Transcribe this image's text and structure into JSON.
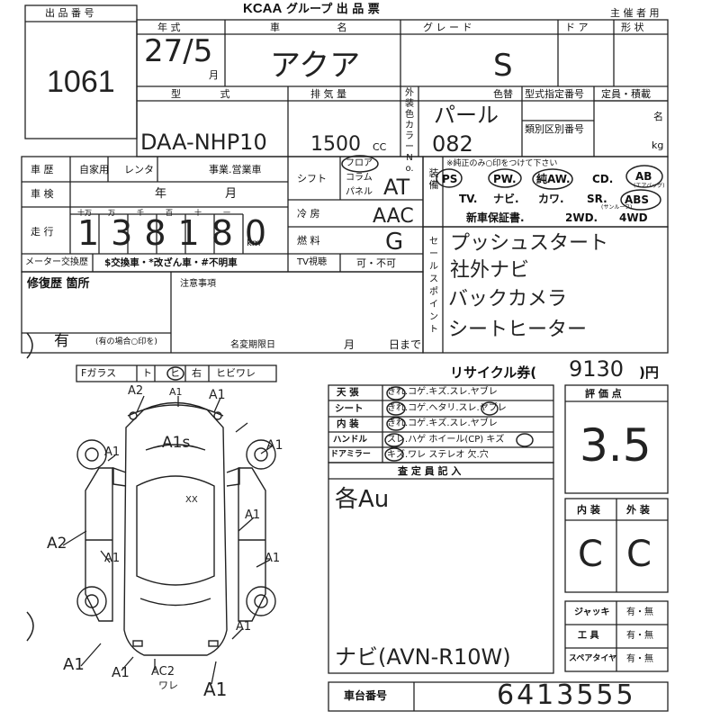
{
  "header": {
    "lot_no_label": "出 品 番 号",
    "lot_no": "1061",
    "brand": "KCAA",
    "title": "グループ 出 品 票",
    "organizer": "主 催 者 用"
  },
  "row1": {
    "year_label": "年 式",
    "car_name_label": "車 名",
    "grade_label": "グ レ ー ド",
    "door_label": "ド ア",
    "shape_label": "形 状",
    "year_value": "27/5",
    "month_suffix": "月",
    "car_name": "アクア",
    "grade": "S"
  },
  "row2": {
    "model_label": "型 式",
    "displacement_label": "排 気 量",
    "exterior_color_label": "外装色カラーNo.",
    "color_change_label": "色替",
    "type_designation_label": "型式指定番号",
    "category_label": "類別区別番号",
    "capacity_label": "定員・積載",
    "persons_unit": "名",
    "kg_unit": "kg",
    "cc_unit": "CC",
    "model_value": "DAA-NHP10",
    "displacement_value": "1500",
    "color_value": "パール",
    "color_no": "082"
  },
  "history": {
    "label": "車 歴",
    "options": [
      "自家用",
      "レンタ",
      "事業.営業車"
    ],
    "inspection_label": "車 検",
    "year_unit": "年",
    "month_unit": "月",
    "mileage_label": "走 行",
    "digit_labels": [
      "十万",
      "万",
      "千",
      "百",
      "十",
      "一"
    ],
    "mileage_value": "138180",
    "km_unit": "km",
    "meter_label": "メーター交換歴",
    "meter_options": "$交換車・*改ざん車・#不明車"
  },
  "specs": {
    "shift_label": "シフト",
    "shift_options": [
      "フロア",
      "コラム",
      "パネル"
    ],
    "shift_value": "AT",
    "ac_label": "冷 房",
    "ac_value": "AAC",
    "fuel_label": "燃 料",
    "fuel_value": "G",
    "tv_label": "TV視聴",
    "tv_options": "可・不可"
  },
  "equipment": {
    "label": "装備",
    "note": "※純正のみ○印をつけて下さい",
    "row1": [
      "PS",
      "PW.",
      "純AW.",
      "CD.",
      "AB"
    ],
    "ab_sub": "(エアバッグ)",
    "row2": [
      "TV.",
      "ナビ.",
      "カワ.",
      "SR.",
      "ABS"
    ],
    "sr_sub": "(サンルーフ)",
    "row3": [
      "新車保証書.",
      "2WD.",
      "4WD"
    ]
  },
  "sales_points": {
    "label": "セールスポイント",
    "lines": [
      "プッシュスタート",
      "社外ナビ",
      "バックカメラ",
      "シートヒーター"
    ]
  },
  "repair": {
    "label": "修復歴 箇所",
    "value": "有",
    "note": "(有の場合○印を)",
    "notes_label": "注意事項",
    "change_label": "名変期限日",
    "month": "月",
    "day": "日まで"
  },
  "glass": {
    "label": "Fガラス",
    "items": [
      "ト",
      "ヒ",
      "右",
      "ヒビワレ"
    ]
  },
  "recycle": {
    "label": "リサイクル券(",
    "value": "9130",
    "suffix": ")円"
  },
  "condition": {
    "rows": [
      {
        "label": "天 張",
        "text": "きれ.コゲ.キズ.スレ.ヤブレ"
      },
      {
        "label": "シート",
        "text": "きれ.コゲ.ヘタリ.スレ.ヤブレ"
      },
      {
        "label": "内 装",
        "text": "きれ.コゲ.キズ.スレ.ヤブレ"
      },
      {
        "label": "ハンドル",
        "text": "スレ.ハゲ ホイール(CP) キズ"
      },
      {
        "label": "ドアミラー",
        "text": "キズ.ワレ ステレオ 欠.穴"
      }
    ],
    "inspector_label": "査 定 員 記 入",
    "inspector_note": "各Au",
    "navi_note": "ナビ(AVN-R10W)"
  },
  "score": {
    "label": "評 価 点",
    "value": "3.5",
    "interior_label": "内 装",
    "exterior_label": "外 装",
    "interior_value": "C",
    "exterior_value": "C"
  },
  "accessories": {
    "rows": [
      {
        "label": "ジャッキ",
        "value": "有・無"
      },
      {
        "label": "工 具",
        "value": "有・無"
      },
      {
        "label": "スペアタイヤ",
        "value": "有・無"
      }
    ]
  },
  "chassis": {
    "label": "車台番号",
    "value": "6413555"
  },
  "diagram": {
    "marks": [
      "A2",
      "A1",
      "A1",
      "A1",
      "A1s",
      "A1",
      "A2",
      "A1",
      "A1",
      "A1",
      "A1",
      "A1",
      "A1",
      "AC2",
      "ワレ",
      "XX"
    ]
  }
}
